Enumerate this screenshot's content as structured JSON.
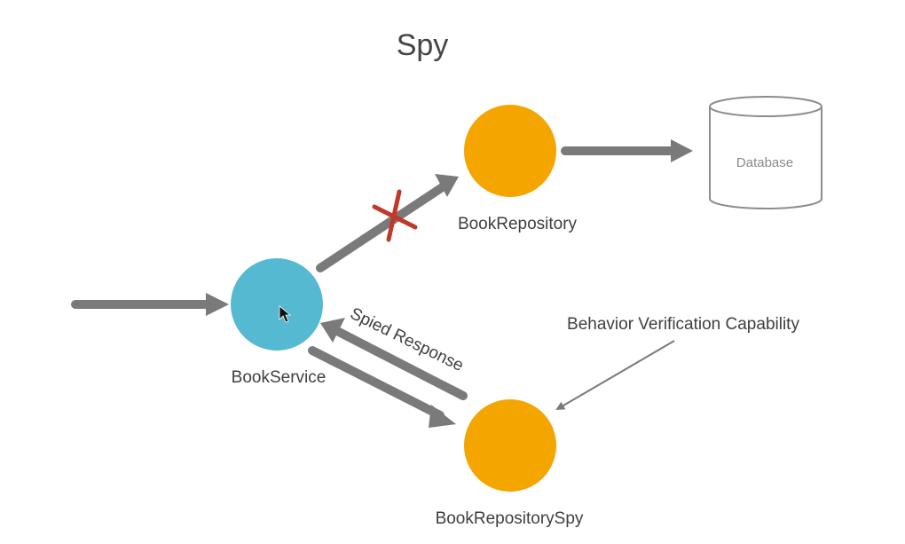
{
  "diagram": {
    "title": "Spy",
    "nodes": {
      "book_service": {
        "label": "BookService",
        "color": "#55b9d2"
      },
      "book_repository": {
        "label": "BookRepository",
        "color": "#f5a500"
      },
      "book_repository_spy": {
        "label": "BookRepositorySpy",
        "color": "#f5a500"
      },
      "database": {
        "label": "Database",
        "stroke": "#8c8c8c"
      }
    },
    "edge_labels": {
      "spied_response": "Spied Response",
      "annotation": "Behavior Verification Capability"
    },
    "blocked_marker": {
      "icon": "red-x-cross-icon",
      "color": "#c0392b"
    },
    "arrow_color": "#7a7a7a",
    "cursor_icon": "mouse-pointer-icon"
  }
}
